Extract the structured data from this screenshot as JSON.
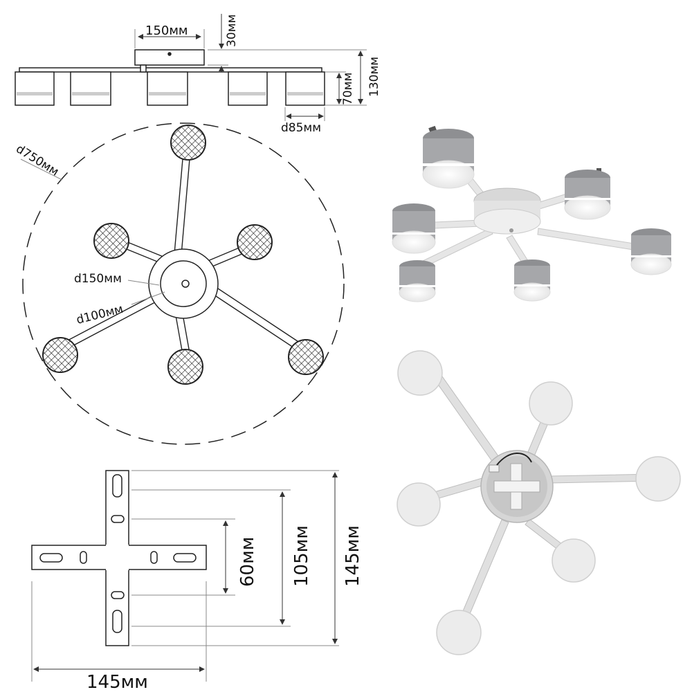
{
  "labels": {
    "top_width": "150мм",
    "top_height": "30мм",
    "lamp_height": "70мм",
    "total_height": "130мм",
    "lamp_diameter": "d85мм",
    "span_diameter": "d750мм",
    "hub_outer": "d150мм",
    "hub_inner": "d100мм",
    "bracket_60": "60мм",
    "bracket_105": "105мм",
    "bracket_145_v": "145мм",
    "bracket_145_h": "145мм"
  },
  "colors": {
    "line": "#222222",
    "dim_line": "#888888",
    "lamp_body": "#a9aaad",
    "lamp_light": "#f6f6f6",
    "frame": "#e4e4e4",
    "frame_shade": "#c9c9c9"
  }
}
